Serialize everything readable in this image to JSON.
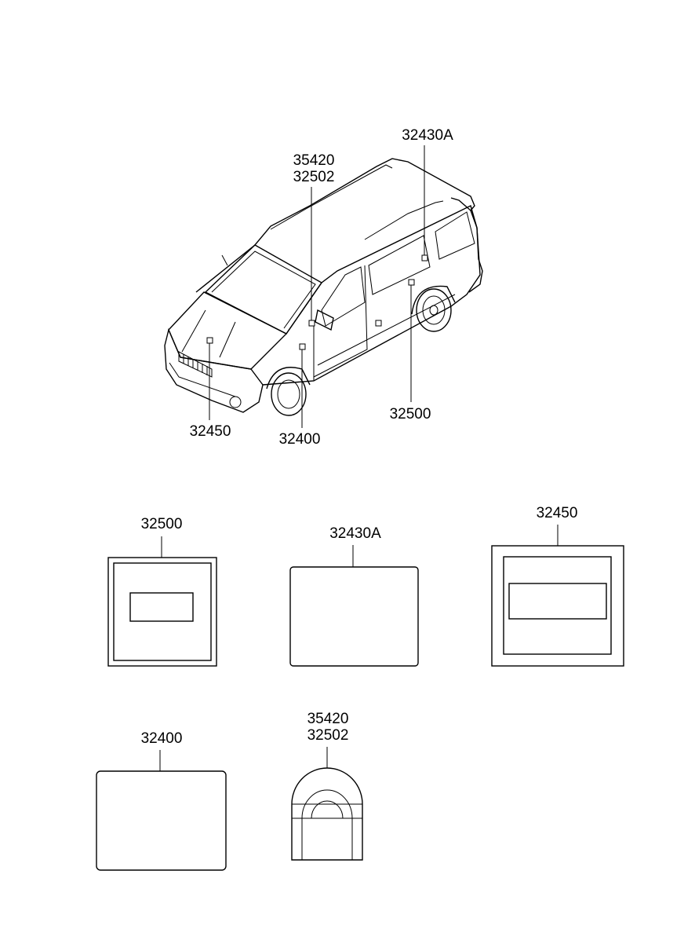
{
  "callouts": {
    "c_35420": "35420",
    "c_32502": "32502",
    "c_32430a": "32430A",
    "c_32450": "32450",
    "c_32400": "32400",
    "c_32500": "32500"
  },
  "parts": {
    "p_32500": "32500",
    "p_32430a": "32430A",
    "p_32450": "32450",
    "p_32400": "32400",
    "p_35420": "35420",
    "p_32502": "32502"
  }
}
